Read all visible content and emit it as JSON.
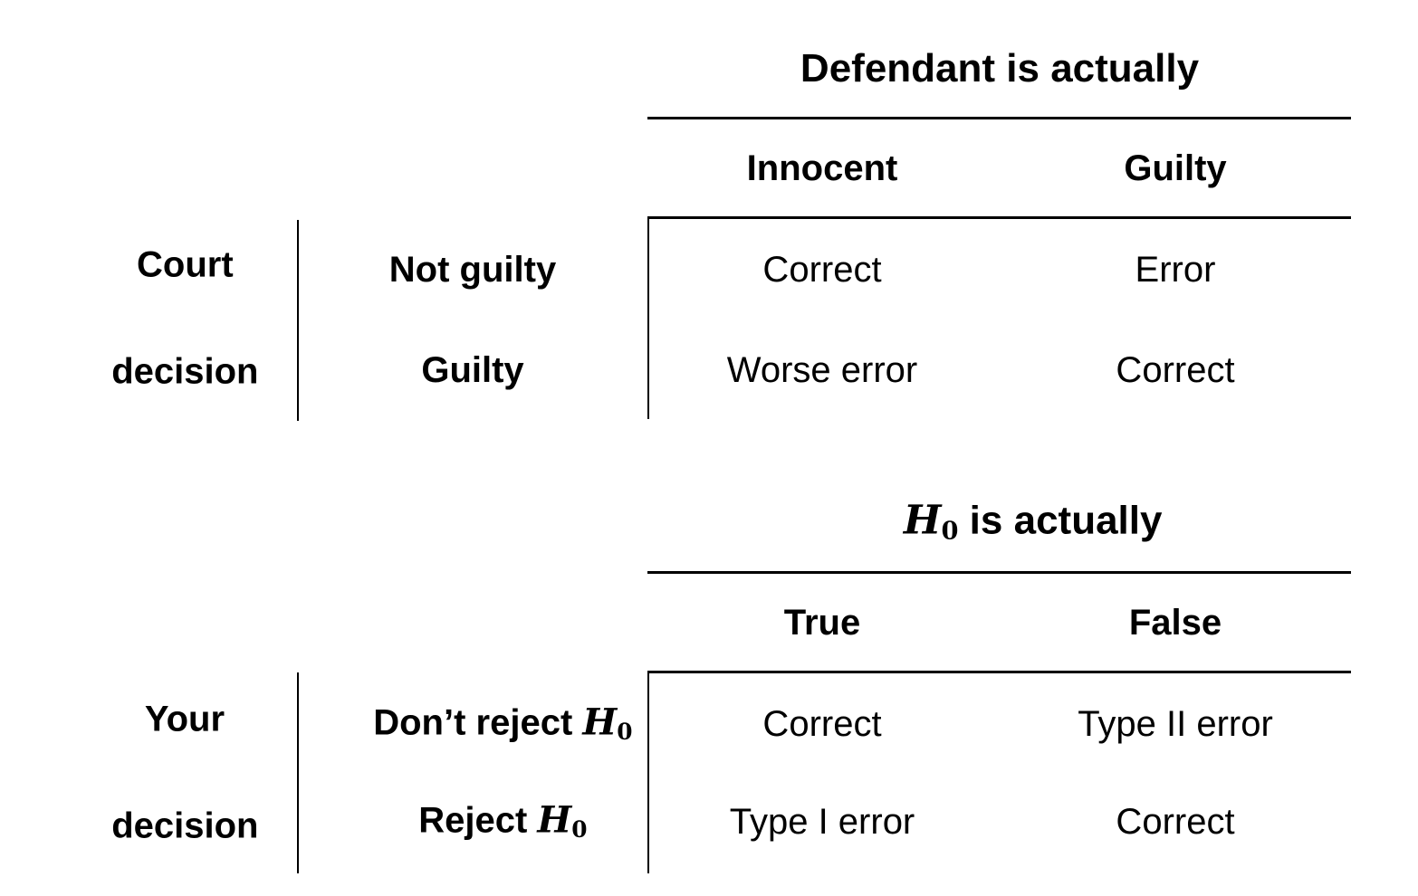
{
  "page": {
    "background_color": "#ffffff",
    "text_color": "#000000",
    "line_color": "#000000"
  },
  "court_table": {
    "group_header": "Defendant is actually",
    "column_headers": [
      "Innocent",
      "Guilty"
    ],
    "row_axis_label": {
      "line1": "Court",
      "line2": "decision"
    },
    "rows": [
      {
        "label": "Not guilty",
        "cells": [
          "Correct",
          "Error"
        ]
      },
      {
        "label": "Guilty",
        "cells": [
          "Worse error",
          "Correct"
        ]
      }
    ]
  },
  "hypothesis_table": {
    "group_header": {
      "symbol": "H",
      "subscript": "0",
      "suffix": " is actually"
    },
    "column_headers": [
      "True",
      "False"
    ],
    "row_axis_label": {
      "line1": "Your",
      "line2": "decision"
    },
    "rows": [
      {
        "label": {
          "pre": "Don’t reject ",
          "symbol": "H",
          "subscript": "0"
        },
        "cells": [
          "Correct",
          "Type II error"
        ]
      },
      {
        "label": {
          "pre": "Reject ",
          "symbol": "H",
          "subscript": "0"
        },
        "cells": [
          "Type I error",
          "Correct"
        ]
      }
    ]
  }
}
